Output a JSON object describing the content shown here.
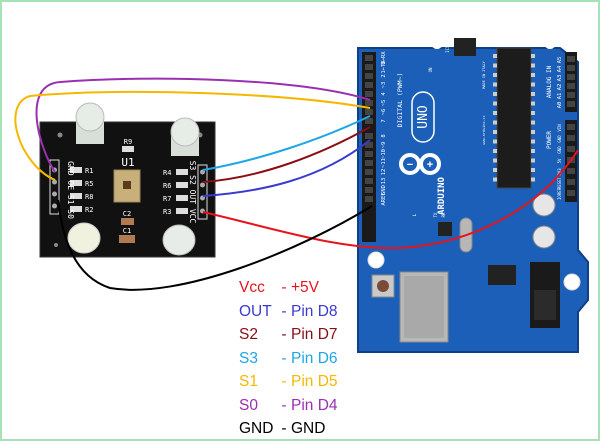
{
  "title": "TCS3200 color sensor to Arduino UNO wiring",
  "sensor_board": {
    "chip_label": "U1",
    "resistors": [
      "R1",
      "R5",
      "R8",
      "R2",
      "R4",
      "R6",
      "R7",
      "R3",
      "R9"
    ],
    "capacitors": [
      "C2",
      "C1"
    ],
    "left_header_pins": [
      "S0",
      "S1",
      "OE",
      "GND"
    ],
    "right_header_pins": [
      "S3",
      "S2",
      "OUT",
      "VCC"
    ]
  },
  "arduino": {
    "brand": "ARDUINO",
    "model": "UNO",
    "digital_label": "DIGITAL (PWM~)",
    "analog_label": "ANALOG IN",
    "power_label": "POWER",
    "digital_pins": [
      "0→RX",
      "1←TX",
      "2",
      "~3",
      "4",
      "~5",
      "~6",
      "7",
      "8",
      "~9",
      "~10",
      "~11",
      "12",
      "13",
      "GND",
      "AREF"
    ],
    "analog_pins": [
      "A5",
      "A4",
      "A3",
      "A2",
      "A1",
      "A0"
    ],
    "power_pins": [
      "VIN",
      "GND",
      "GND",
      "5V",
      "3V3",
      "RESET",
      "IOREF"
    ],
    "icsp_label": "ICSP",
    "on_label": "ON",
    "tx_label": "TX",
    "rx_label": "RX",
    "l_label": "L",
    "made_in": "MADE IN ITALY",
    "website": "www.arduino.cc"
  },
  "connections": [
    {
      "signal": "Vcc",
      "sep": "-",
      "target": "+5V",
      "color": "#e8141c"
    },
    {
      "signal": "OUT",
      "sep": "-",
      "target": "Pin D8",
      "color": "#3a3ad0"
    },
    {
      "signal": "S2",
      "sep": "-",
      "target": "Pin D7",
      "color": "#8b0d14"
    },
    {
      "signal": "S3",
      "sep": "-",
      "target": "Pin D6",
      "color": "#1ea6e6"
    },
    {
      "signal": "S1",
      "sep": "-",
      "target": "Pin D5",
      "color": "#f5b800"
    },
    {
      "signal": "S0",
      "sep": "-",
      "target": "Pin D4",
      "color": "#9a2fb0"
    },
    {
      "signal": "GND",
      "sep": "-",
      "target": "GND",
      "color": "#000000"
    }
  ],
  "colors": {
    "border": "#a8e0b8",
    "arduino_pcb": "#1b5fb8",
    "sensor_pcb": "#111111"
  }
}
